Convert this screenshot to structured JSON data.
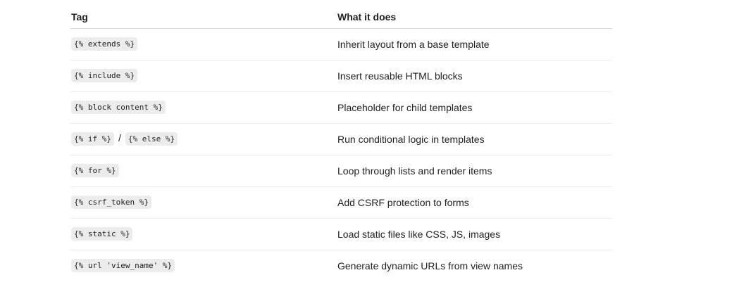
{
  "table": {
    "headers": {
      "tag": "Tag",
      "description": "What it does"
    },
    "rows": [
      {
        "tags": [
          "{% extends %}"
        ],
        "separator": "",
        "description": "Inherit layout from a base template"
      },
      {
        "tags": [
          "{% include %}"
        ],
        "separator": "",
        "description": "Insert reusable HTML blocks"
      },
      {
        "tags": [
          "{% block content %}"
        ],
        "separator": "",
        "description": "Placeholder for child templates"
      },
      {
        "tags": [
          "{% if %}",
          "{% else %}"
        ],
        "separator": "/",
        "description": "Run conditional logic in templates"
      },
      {
        "tags": [
          "{% for %}"
        ],
        "separator": "",
        "description": "Loop through lists and render items"
      },
      {
        "tags": [
          "{% csrf_token %}"
        ],
        "separator": "",
        "description": "Add CSRF protection to forms"
      },
      {
        "tags": [
          "{% static %}"
        ],
        "separator": "",
        "description": "Load static files like CSS, JS, images"
      },
      {
        "tags": [
          "{% url 'view_name' %}"
        ],
        "separator": "",
        "description": "Generate dynamic URLs from view names"
      }
    ]
  }
}
